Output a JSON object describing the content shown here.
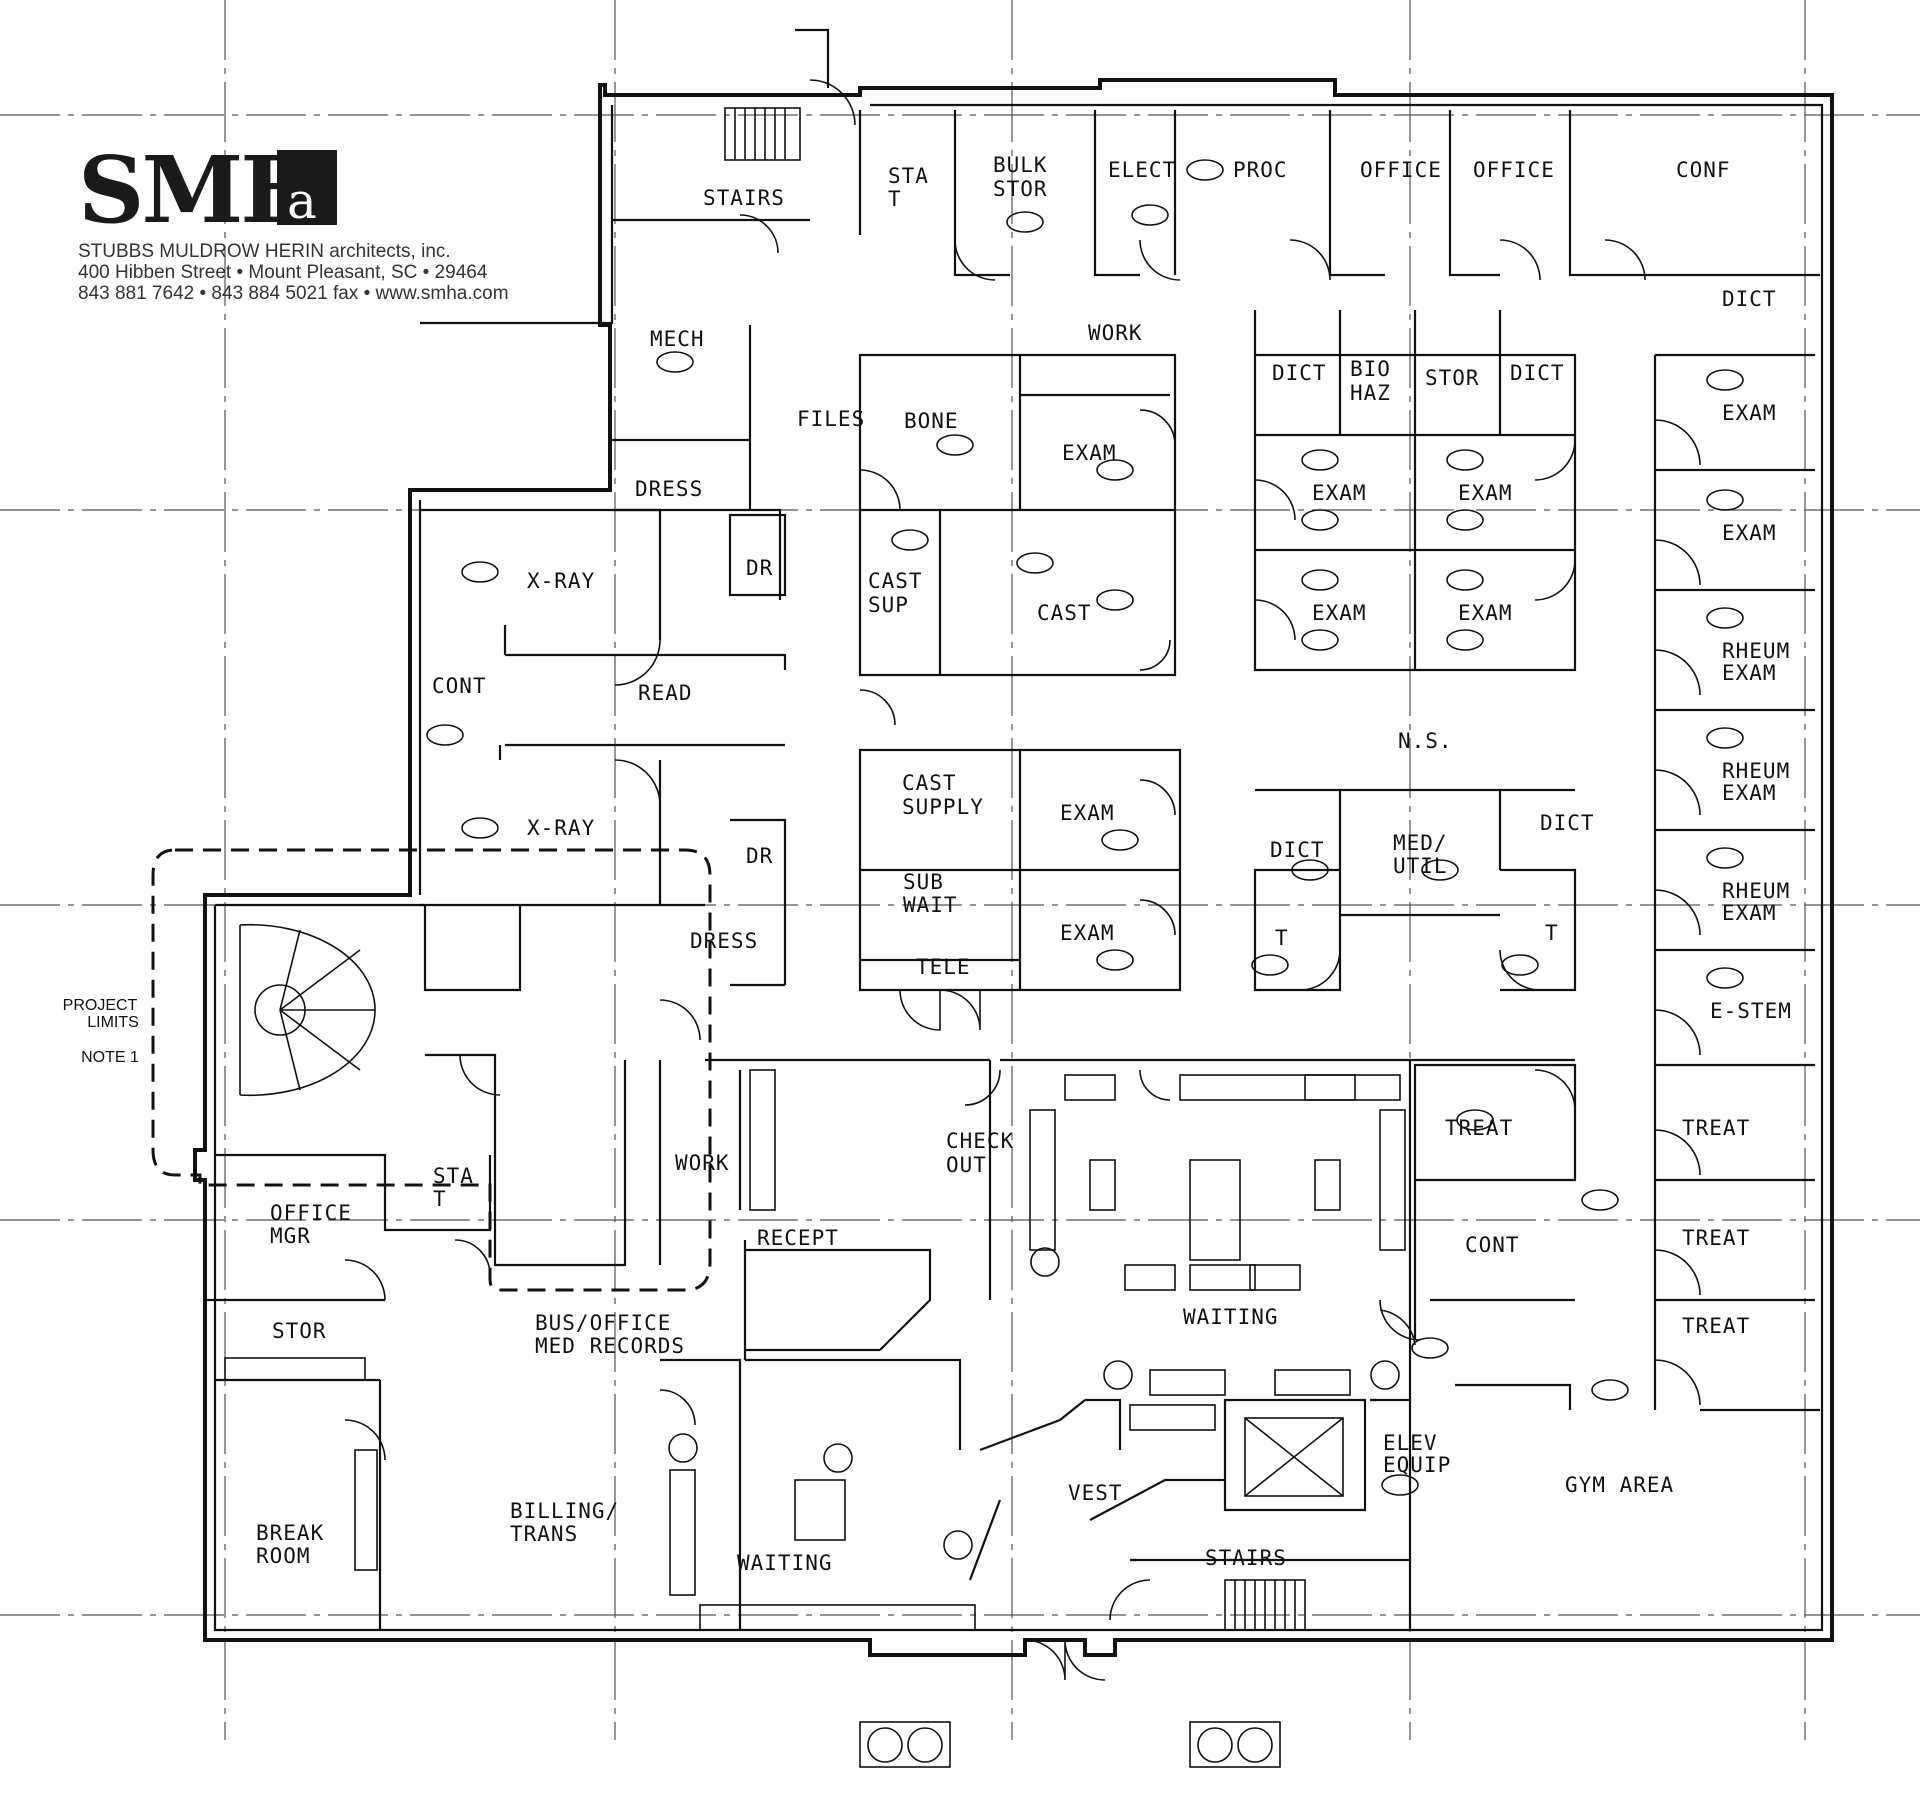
{
  "logo": {
    "mark": "SMH",
    "mark_suffix": "a"
  },
  "firm": {
    "name": "STUBBS MULDROW HERIN architects, inc.",
    "address": "400 Hibben Street • Mount Pleasant, SC • 29464",
    "contact": "843 881 7642  • 843 884 5021 fax  • www.smha.com"
  },
  "notes": {
    "project_limits_line1": "PROJECT",
    "project_limits_line2": "LIMITS",
    "note": "NOTE 1"
  },
  "rooms": {
    "stairs_top": "STAIRS",
    "stat_top_1": "STA",
    "stat_top_2": "T",
    "bulk_stor_1": "BULK",
    "bulk_stor_2": "STOR",
    "elect": "ELECT",
    "proc": "PROC",
    "office_1": "OFFICE",
    "office_2": "OFFICE",
    "conf": "CONF",
    "dict_top_right": "DICT",
    "mech": "MECH",
    "work_top": "WORK",
    "files": "FILES",
    "bone": "BONE",
    "exam_a": "EXAM",
    "dict_a": "DICT",
    "bio_haz_1": "BIO",
    "bio_haz_2": "HAZ",
    "stor_top": "STOR",
    "dict_b": "DICT",
    "exam_r1": "EXAM",
    "dress_top": "DRESS",
    "exam_c1": "EXAM",
    "exam_c2": "EXAM",
    "exam_r2": "EXAM",
    "dr_top": "DR",
    "xray_top": "X-RAY",
    "cast_sup_1": "CAST",
    "cast_sup_2": "SUP",
    "cast": "CAST",
    "exam_c3": "EXAM",
    "exam_c4": "EXAM",
    "rheum_1a": "RHEUM",
    "rheum_1b": "EXAM",
    "cont_left": "CONT",
    "read": "READ",
    "ns": "N.S.",
    "cast_supply_1": "CAST",
    "cast_supply_2": "SUPPLY",
    "exam_b": "EXAM",
    "rheum_2a": "RHEUM",
    "rheum_2b": "EXAM",
    "xray_bottom": "X-RAY",
    "dr_bottom": "DR",
    "dict_c": "DICT",
    "dict_d": "DICT",
    "med_util_1": "MED/",
    "med_util_2": "UTIL",
    "sub_wait_1": "SUB",
    "sub_wait_2": "WAIT",
    "exam_c": "EXAM",
    "rheum_3a": "RHEUM",
    "rheum_3b": "EXAM",
    "dress_bottom": "DRESS",
    "t_left": "T",
    "t_right": "T",
    "tele": "TELE",
    "estem": "E-STEM",
    "treat_1": "TREAT",
    "treat_2": "TREAT",
    "check_out_1": "CHECK",
    "check_out_2": "OUT",
    "work_mid": "WORK",
    "stat_mid_1": "STA",
    "stat_mid_2": "T",
    "office_mgr_1": "OFFICE",
    "office_mgr_2": "MGR",
    "recept": "RECEPT",
    "cont_right": "CONT",
    "treat_3": "TREAT",
    "treat_4": "TREAT",
    "waiting_main": "WAITING",
    "stor_bottom": "STOR",
    "bus_office_1": "BUS/OFFICE",
    "bus_office_2": "MED RECORDS",
    "elev_equip_1": "ELEV",
    "elev_equip_2": "EQUIP",
    "gym": "GYM AREA",
    "vest": "VEST",
    "break_room_1": "BREAK",
    "break_room_2": "ROOM",
    "billing_1": "BILLING/",
    "billing_2": "TRANS",
    "waiting_bottom": "WAITING",
    "stairs_bottom": "STAIRS"
  }
}
